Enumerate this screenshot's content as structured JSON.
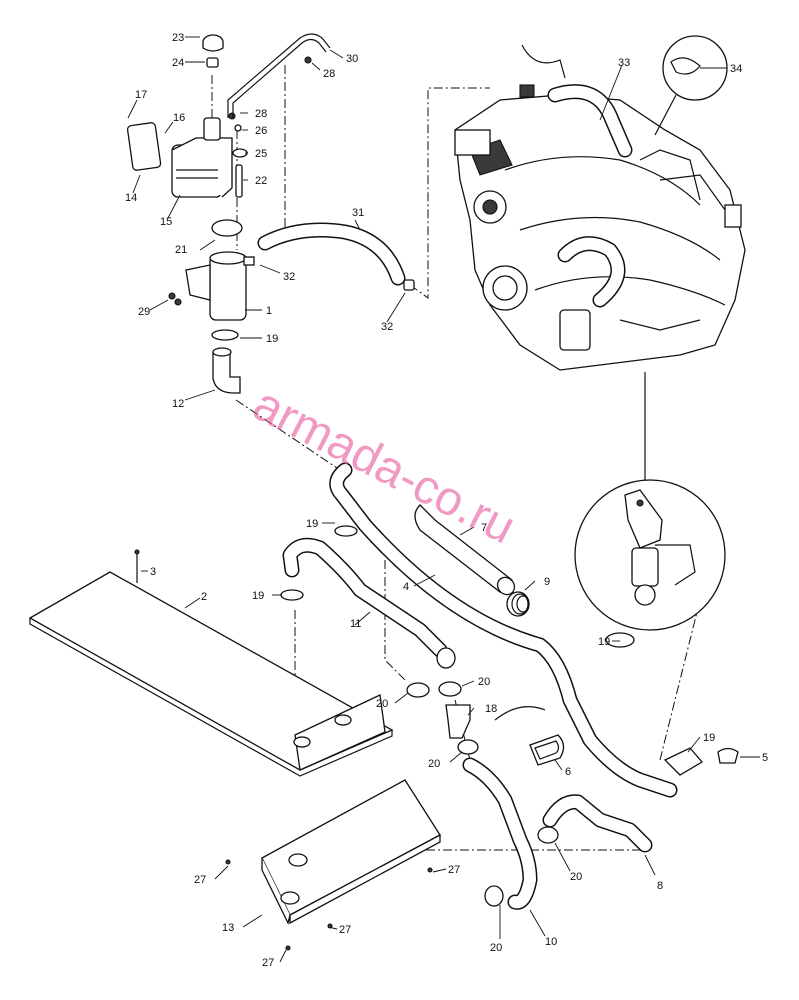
{
  "diagram": {
    "callouts": [
      "1",
      "2",
      "3",
      "4",
      "5",
      "6",
      "7",
      "8",
      "9",
      "10",
      "11",
      "12",
      "13",
      "14",
      "15",
      "16",
      "17",
      "18",
      "19",
      "20",
      "21",
      "22",
      "23",
      "24",
      "25",
      "26",
      "27",
      "28",
      "29",
      "30",
      "31",
      "32",
      "33",
      "34"
    ],
    "watermark": "armada-co.ru"
  }
}
